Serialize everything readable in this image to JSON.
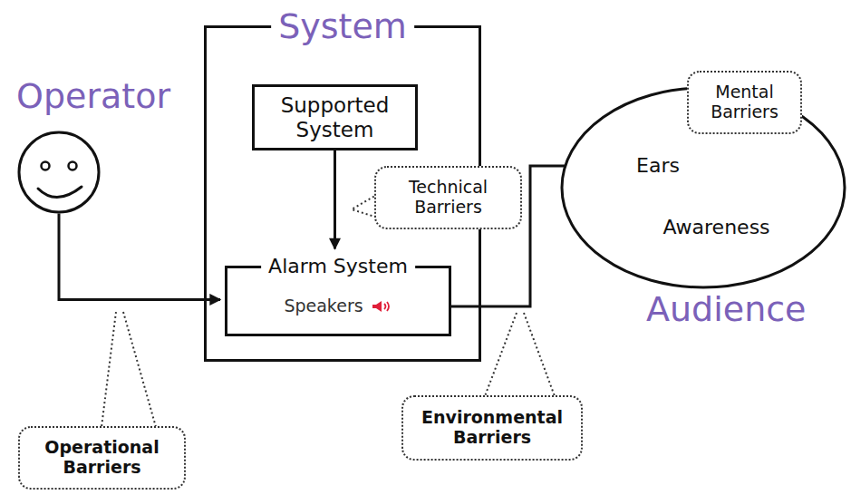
{
  "diagram": {
    "nodes": [
      {
        "text": [
          "Operator"
        ]
      },
      {
        "text": [
          "System"
        ]
      },
      {
        "text": [
          "Supported System"
        ],
        "in": 1
      },
      {
        "text": [
          "Alarm System",
          "Speakers"
        ],
        "in": 1
      },
      {
        "text": [
          "Technical Barriers"
        ]
      },
      {
        "text": [
          "Audience"
        ]
      },
      {
        "text": [
          "Ears"
        ],
        "in": 5
      },
      {
        "text": [
          "Awareness"
        ],
        "in": 5
      },
      {
        "text": [
          "Mental Barriers"
        ]
      },
      {
        "text": [
          "Operational Barriers"
        ]
      },
      {
        "text": [
          "Environmental Barriers"
        ]
      }
    ],
    "edges": [
      {
        "from": 2,
        "to": 3,
        "arrow": "to"
      },
      {
        "from": 0,
        "to": 3,
        "arrow": "to"
      },
      {
        "from": 3,
        "to": 6,
        "arrow": "to"
      },
      {
        "from": 6,
        "to": 7,
        "arrow": "to"
      }
    ]
  }
}
